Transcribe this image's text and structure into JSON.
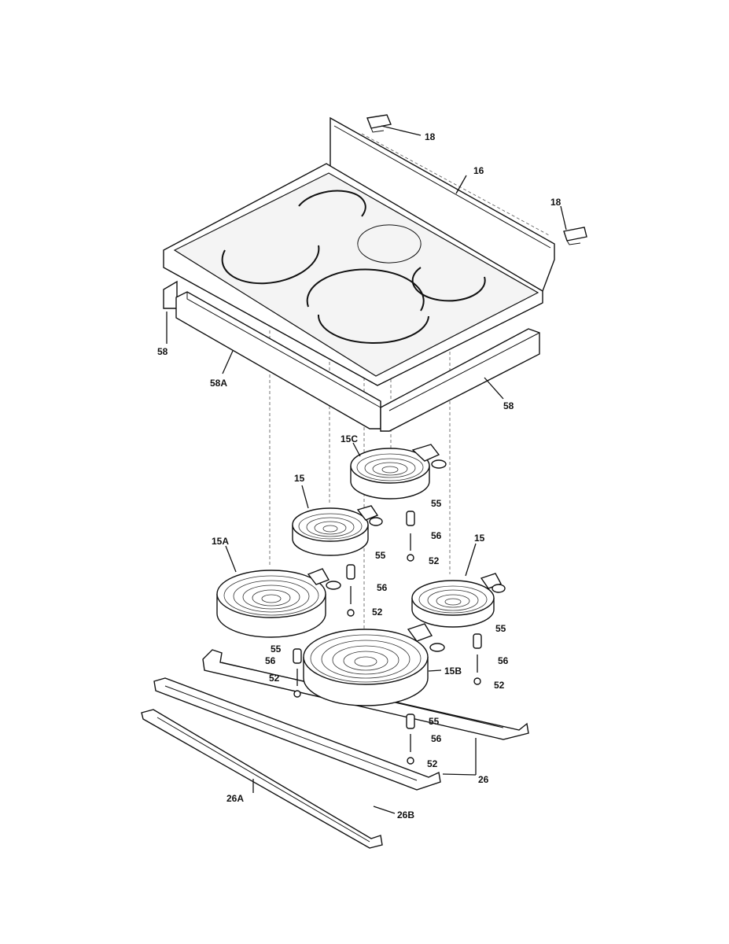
{
  "diagram": {
    "callouts": {
      "c18a": "18",
      "c18b": "18",
      "c16": "16",
      "c58a": "58",
      "c58b": "58",
      "c58A": "58A",
      "c15C": "15C",
      "c15a": "15",
      "c15b": "15",
      "c15A": "15A",
      "c15B": "15B",
      "c55a": "55",
      "c55b": "55",
      "c55c": "55",
      "c55d": "55",
      "c55e": "55",
      "c56a": "56",
      "c56b": "56",
      "c56c": "56",
      "c56d": "56",
      "c56e": "56",
      "c52a": "52",
      "c52b": "52",
      "c52c": "52",
      "c52d": "52",
      "c52e": "52",
      "c26": "26",
      "c26A": "26A",
      "c26B": "26B"
    }
  }
}
